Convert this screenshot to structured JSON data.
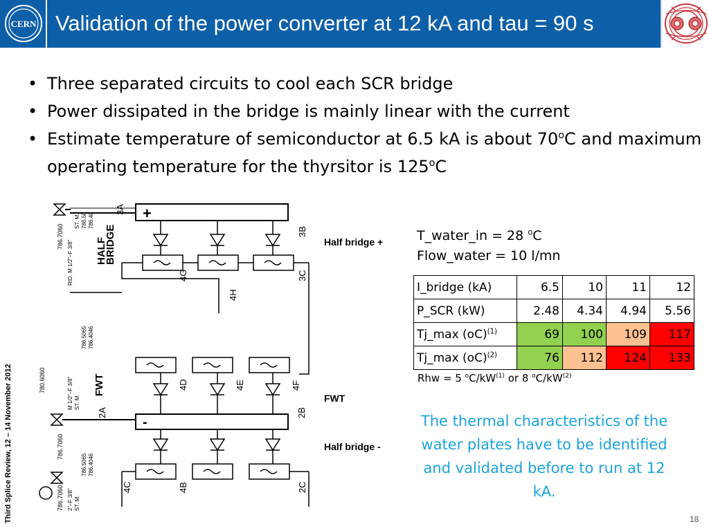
{
  "header": {
    "title": "Validation of the power converter at 12 kA and tau = 90 s",
    "logo_text": "CERN"
  },
  "bullets": [
    "Three separated circuits to cool each SCR bridge",
    "Power dissipated in the bridge is mainly linear with the current",
    "Estimate temperature of semiconductor at 6.5 kA is about 70",
    "C and maximum operating temperature for the thyrsitor is 125",
    "C",
    "o"
  ],
  "diagram_labels": {
    "half_bridge_plus": "Half bridge +",
    "fwt": "FWT",
    "half_bridge_minus": "Half bridge -"
  },
  "params": {
    "t_water_prefix": "T_water_in = 28 ",
    "t_water_sup": "o",
    "t_water_unit": "C",
    "flow": "Flow_water = 10 l/mn"
  },
  "table": {
    "row1": {
      "label": "I_bridge (kA)",
      "v1": "6.5",
      "v2": "10",
      "v3": "11",
      "v4": "12"
    },
    "row2": {
      "label": "P_SCR (kW)",
      "v1": "2.48",
      "v2": "4.34",
      "v3": "4.94",
      "v4": "5.56"
    },
    "row3": {
      "label": "Tj_max (oC)",
      "sup": "(1)",
      "v1": "69",
      "v2": "100",
      "v3": "109",
      "v4": "117"
    },
    "row4": {
      "label": "Tj_max (oC)",
      "sup": "(2)",
      "v1": "76",
      "v2": "112",
      "v3": "124",
      "v4": "133"
    }
  },
  "colors": {
    "header_blue": "#0d5fa8",
    "cell_green": "#92d050",
    "cell_peach": "#fac090",
    "cell_red": "#ff0000",
    "note_blue": "#1aa3dc"
  },
  "rhw": {
    "p1": "Rhw = 5 ",
    "o": "o",
    "p2": "C/kW",
    "s1": "(1)",
    "p3": " or 8 ",
    "p4": "C/kW",
    "s2": "(2)"
  },
  "note": "The thermal characteristics of the water plates have to be identified and validated before to run at 12 kA.",
  "side_text": "Third Splice Review, 12 – 14 November 2012",
  "page_number": "18",
  "schematic": {
    "labels": [
      "3A",
      "3B",
      "3C",
      "4G",
      "4H",
      "HALF",
      "BRIDGE",
      "FWT",
      "4D",
      "4E",
      "4F",
      "2A",
      "2B",
      "4C",
      "4B",
      "2C",
      "+",
      "-"
    ],
    "valve_numbers": [
      "786.7060",
      "786.7060",
      "786.7060",
      "780.6060"
    ],
    "spec_texts": [
      "786.50",
      "786.40",
      "786.5065",
      "786.4046",
      "786.5065",
      "786.4046"
    ],
    "pipe_texts": [
      "RID. M 1/2\"–F 3/8\"",
      "M 1/2\"–F 3/8\"",
      "2\"–F 3/8\""
    ],
    "st_m": "ST. M."
  }
}
